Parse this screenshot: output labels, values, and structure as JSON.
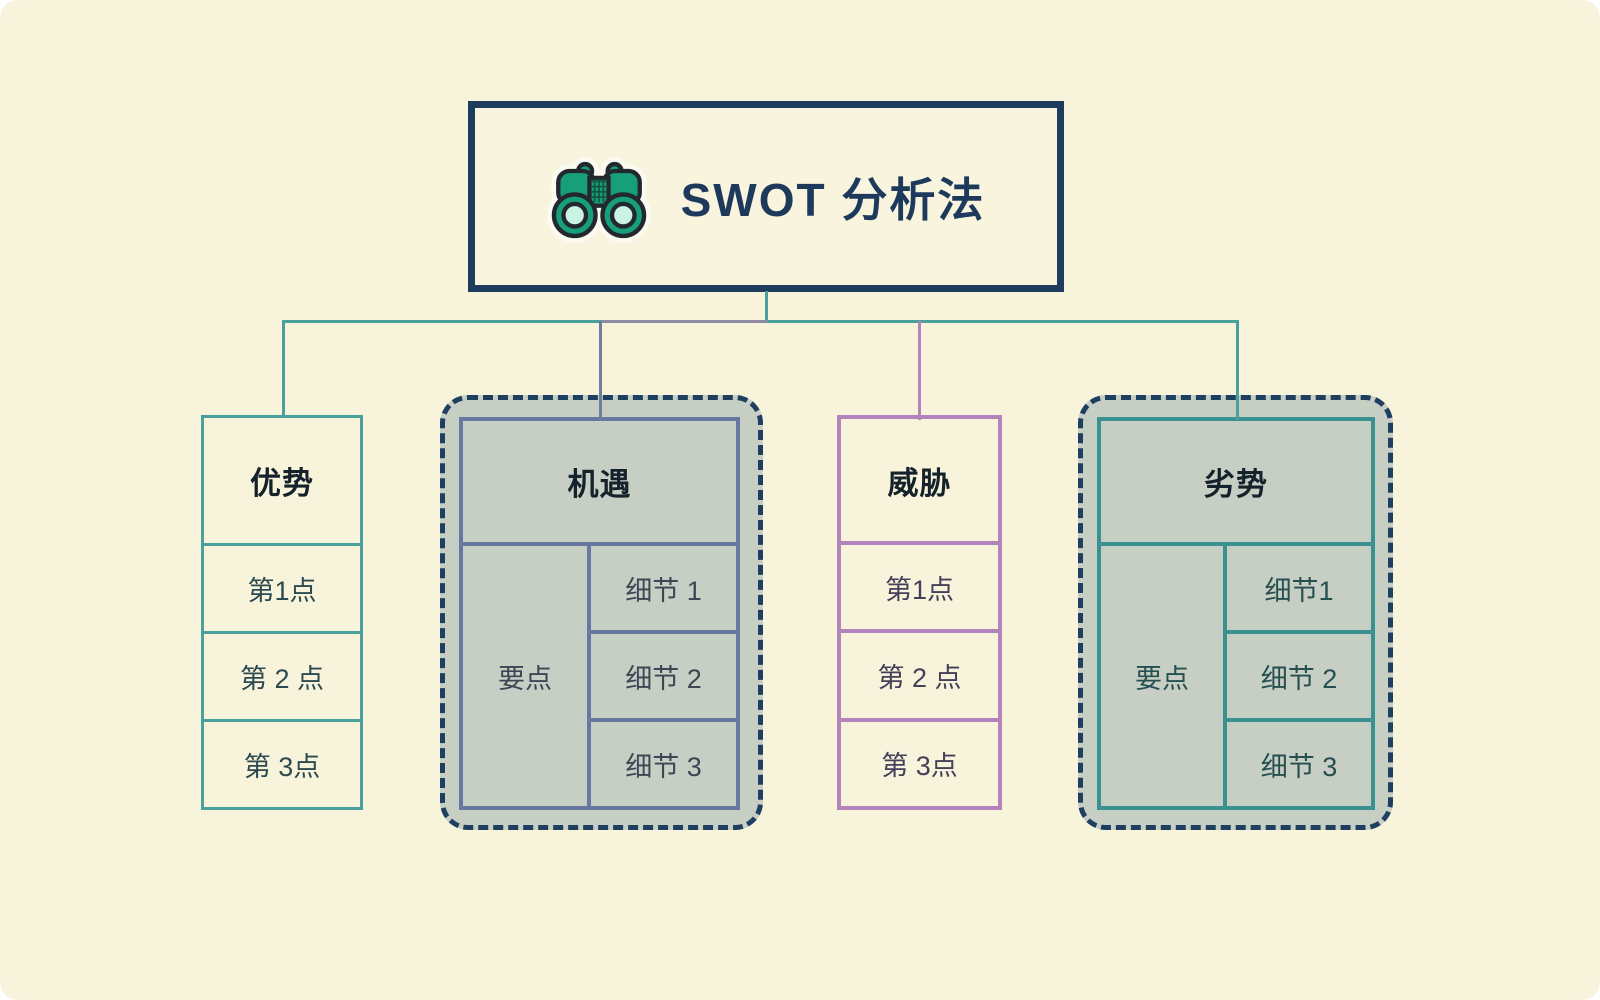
{
  "canvas": {
    "background": "#f8f3db",
    "group_fill": "#c7cec4",
    "frame_dash_color": "#1f3f60"
  },
  "title_box": {
    "label": "SWOT 分析法",
    "icon": "binoculars-icon",
    "border_color": "#1e3c5e",
    "text_color": "#1d3a5c",
    "icon_colors": {
      "body": "#17a077",
      "lens": "#c9f4e4",
      "outline": "#23282f",
      "halo": "#fbfaf0"
    }
  },
  "connectors": {
    "teal": "#4aa09a",
    "slate": "#6d7d9c",
    "slate_overlap": "#8e8ba0",
    "pink": "#b583bb"
  },
  "branches": {
    "strengths": {
      "label": "优势",
      "items": [
        "第1点",
        "第 2 点",
        "第 3点"
      ],
      "accent_color": "#4aa09a",
      "text_color": "#2c4a50"
    },
    "opportunities": {
      "label": "机遇",
      "key_label": "要点",
      "details": [
        "细节 1",
        "细节 2",
        "细节 3"
      ],
      "accent_color": "#68779f",
      "text_color": "#3c4654"
    },
    "threats": {
      "label": "威胁",
      "items": [
        "第1点",
        "第 2 点",
        "第 3点"
      ],
      "accent_color": "#b583bb",
      "text_color": "#44405a"
    },
    "weaknesses": {
      "label": "劣势",
      "key_label": "要点",
      "details": [
        "细节1",
        "细节 2",
        "细节 3"
      ],
      "accent_color": "#3b9190",
      "text_color": "#25504f"
    }
  }
}
